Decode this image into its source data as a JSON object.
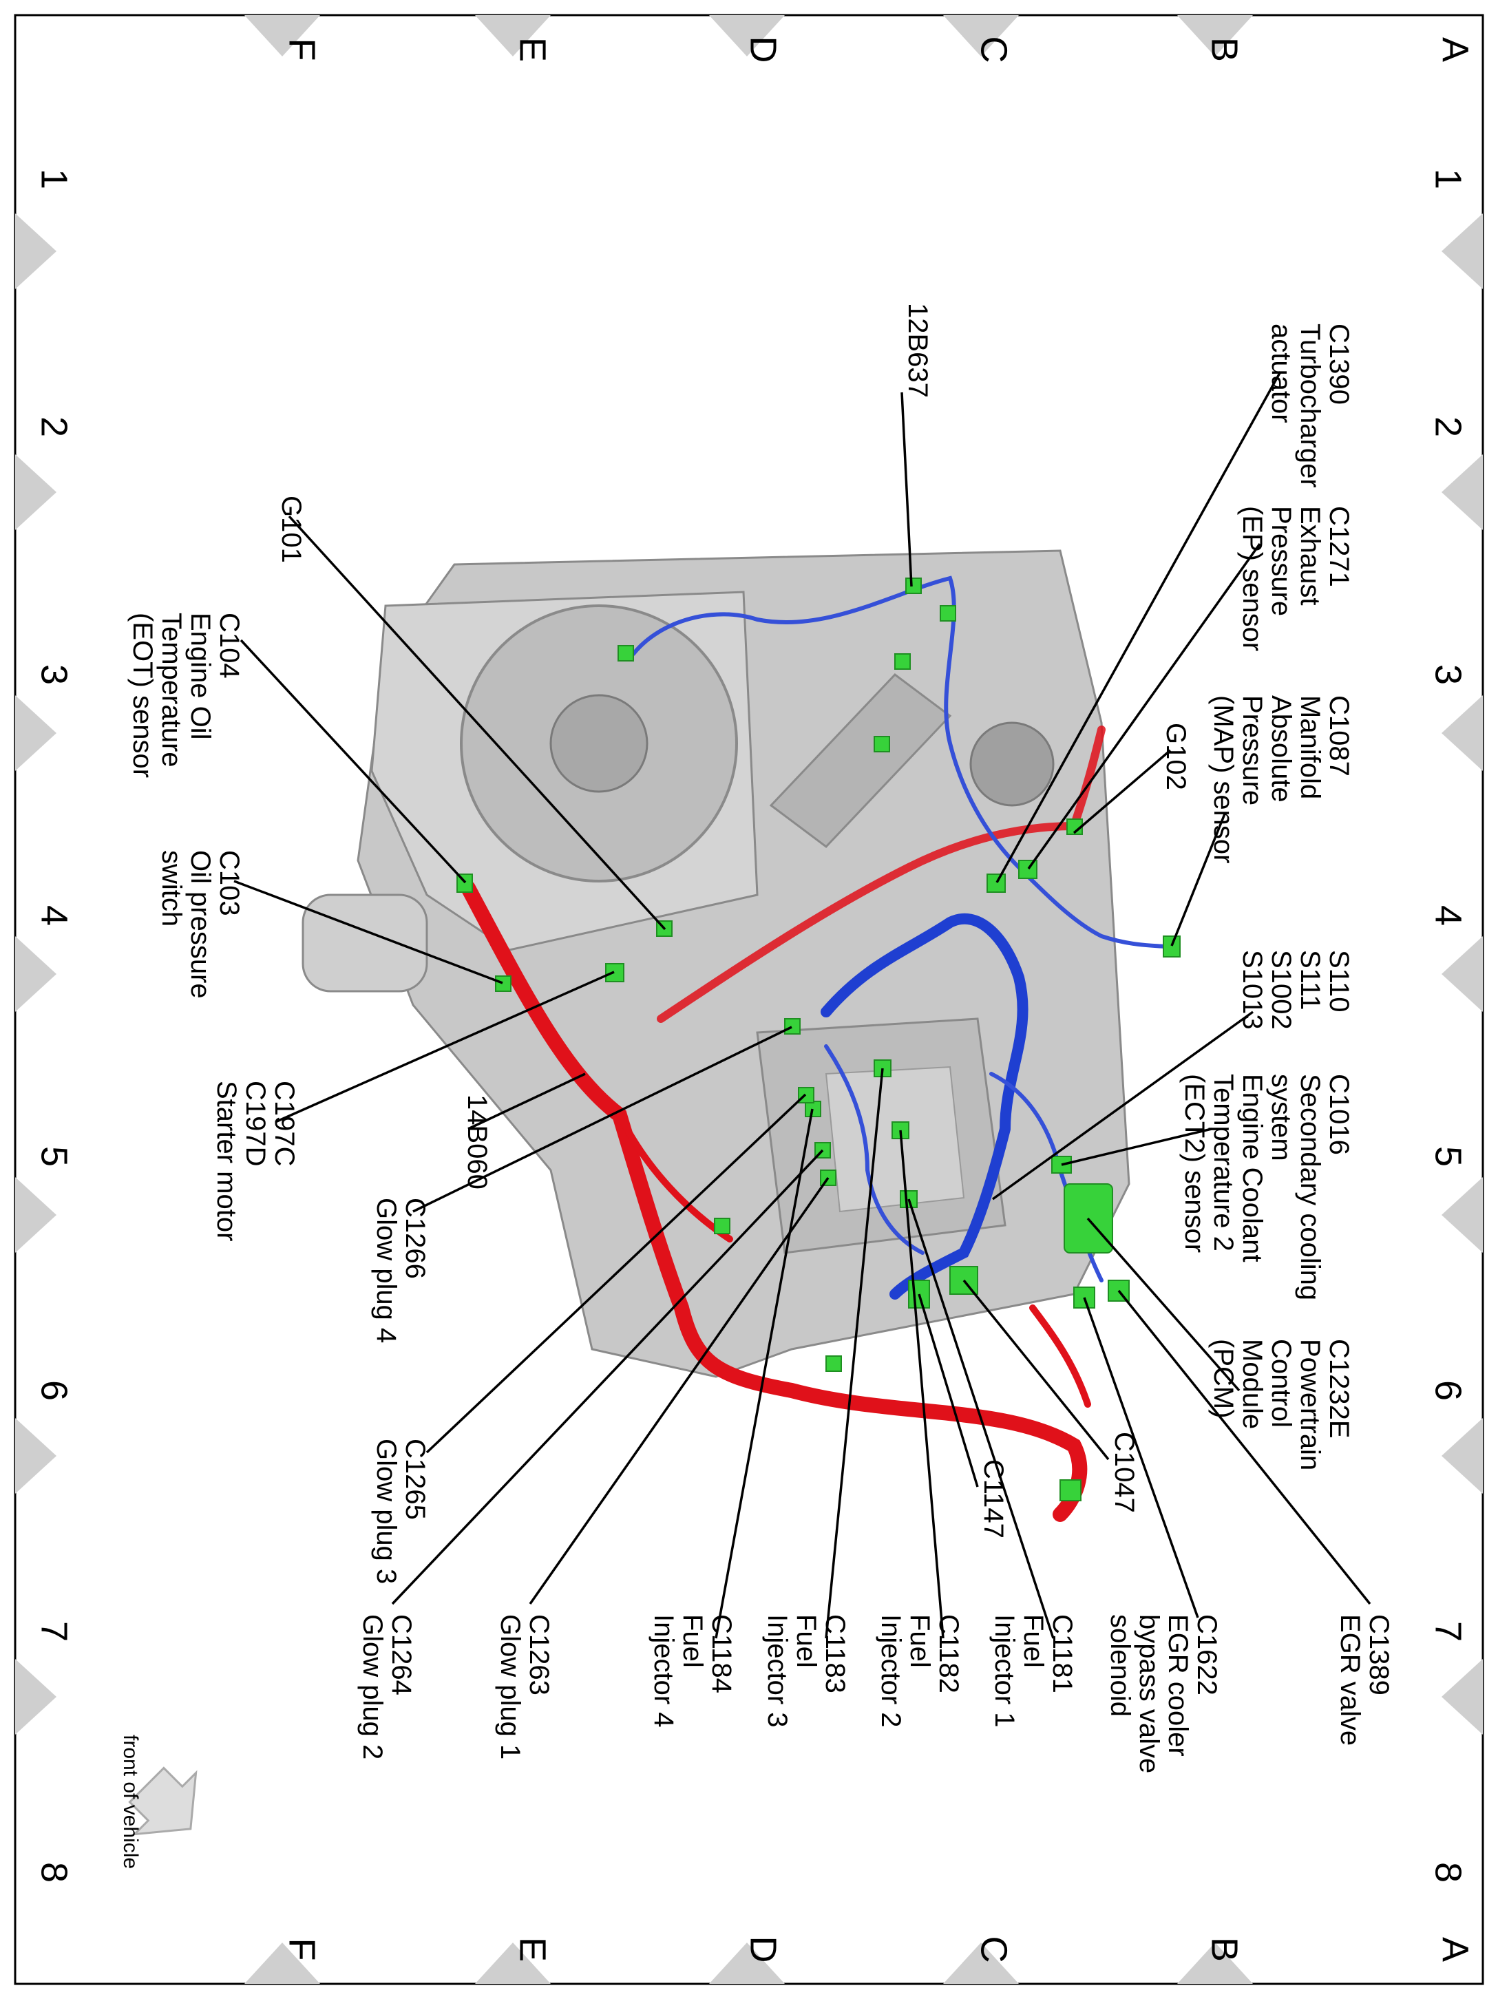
{
  "grid": {
    "row_letters": [
      "A",
      "B",
      "C",
      "D",
      "E",
      "F"
    ],
    "col_numbers": [
      "1",
      "2",
      "3",
      "4",
      "5",
      "6",
      "7",
      "8"
    ]
  },
  "callouts": [
    {
      "id": "c1390",
      "lines": [
        "C1390",
        "Turbocharger",
        "actuator"
      ]
    },
    {
      "id": "12b637",
      "lines": [
        "12B637"
      ]
    },
    {
      "id": "c1271",
      "lines": [
        "C1271",
        "Exhaust",
        "Pressure",
        "(EP) sensor"
      ]
    },
    {
      "id": "g101",
      "lines": [
        "G101"
      ]
    },
    {
      "id": "c1087",
      "lines": [
        "C1087",
        "Manifold",
        "Absolute",
        "Pressure",
        "(MAP) sensor"
      ]
    },
    {
      "id": "g102",
      "lines": [
        "G102"
      ]
    },
    {
      "id": "c104",
      "lines": [
        "C104",
        "Engine Oil",
        "Temperature",
        "(EOT) sensor"
      ]
    },
    {
      "id": "s110",
      "lines": [
        "S110",
        "S111",
        "S1002",
        "S1013"
      ]
    },
    {
      "id": "c103",
      "lines": [
        "C103",
        "Oil pressure",
        "switch"
      ]
    },
    {
      "id": "c1016",
      "lines": [
        "C1016",
        "Secondary cooling",
        "system",
        "Engine Coolant",
        "Temperature 2",
        "(ECT2) sensor"
      ]
    },
    {
      "id": "c197",
      "lines": [
        "C197C",
        "C197D",
        "Starter motor"
      ]
    },
    {
      "id": "14b060",
      "lines": [
        "14B060"
      ]
    },
    {
      "id": "c1266",
      "lines": [
        "C1266",
        "Glow plug 4"
      ]
    },
    {
      "id": "c1232e",
      "lines": [
        "C1232E",
        "Powertrain",
        "Control",
        "Module",
        "(PCM)"
      ]
    },
    {
      "id": "c1265",
      "lines": [
        "C1265",
        "Glow plug 3"
      ]
    },
    {
      "id": "c1047",
      "lines": [
        "C1047"
      ]
    },
    {
      "id": "c1147",
      "lines": [
        "C1147"
      ]
    },
    {
      "id": "c1389",
      "lines": [
        "C1389",
        "EGR valve"
      ]
    },
    {
      "id": "c1622",
      "lines": [
        "C1622",
        "EGR cooler",
        "bypass valve",
        "solenoid"
      ]
    },
    {
      "id": "c1181",
      "lines": [
        "C1181",
        "Fuel",
        "Injector 1"
      ]
    },
    {
      "id": "c1182",
      "lines": [
        "C1182",
        "Fuel",
        "Injector 2"
      ]
    },
    {
      "id": "c1183",
      "lines": [
        "C1183",
        "Fuel",
        "Injector 3"
      ]
    },
    {
      "id": "c1184",
      "lines": [
        "C1184",
        "Fuel",
        "Injector 4"
      ]
    },
    {
      "id": "c1263",
      "lines": [
        "C1263",
        "Glow plug 1"
      ]
    },
    {
      "id": "c1264",
      "lines": [
        "C1264",
        "Glow plug 2"
      ]
    }
  ],
  "front_of_vehicle": "front of vehicle",
  "colors": {
    "engine_body": "#c8c8c8",
    "engine_shade": "#9e9e9e",
    "harness_red": "#e0111a",
    "harness_blue": "#1f3fd1",
    "connector_green": "#37d23a",
    "grid_triangle": "#cfcfcf",
    "frame": "#000000"
  }
}
